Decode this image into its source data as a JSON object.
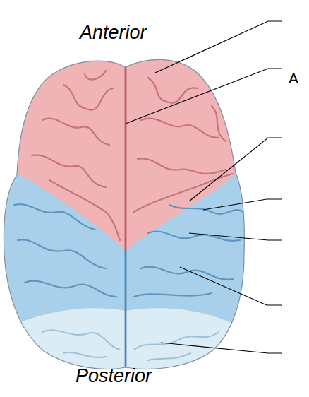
{
  "diagram": {
    "labels": [
      "Anterior",
      "A",
      "Posterior"
    ]
  }
}
